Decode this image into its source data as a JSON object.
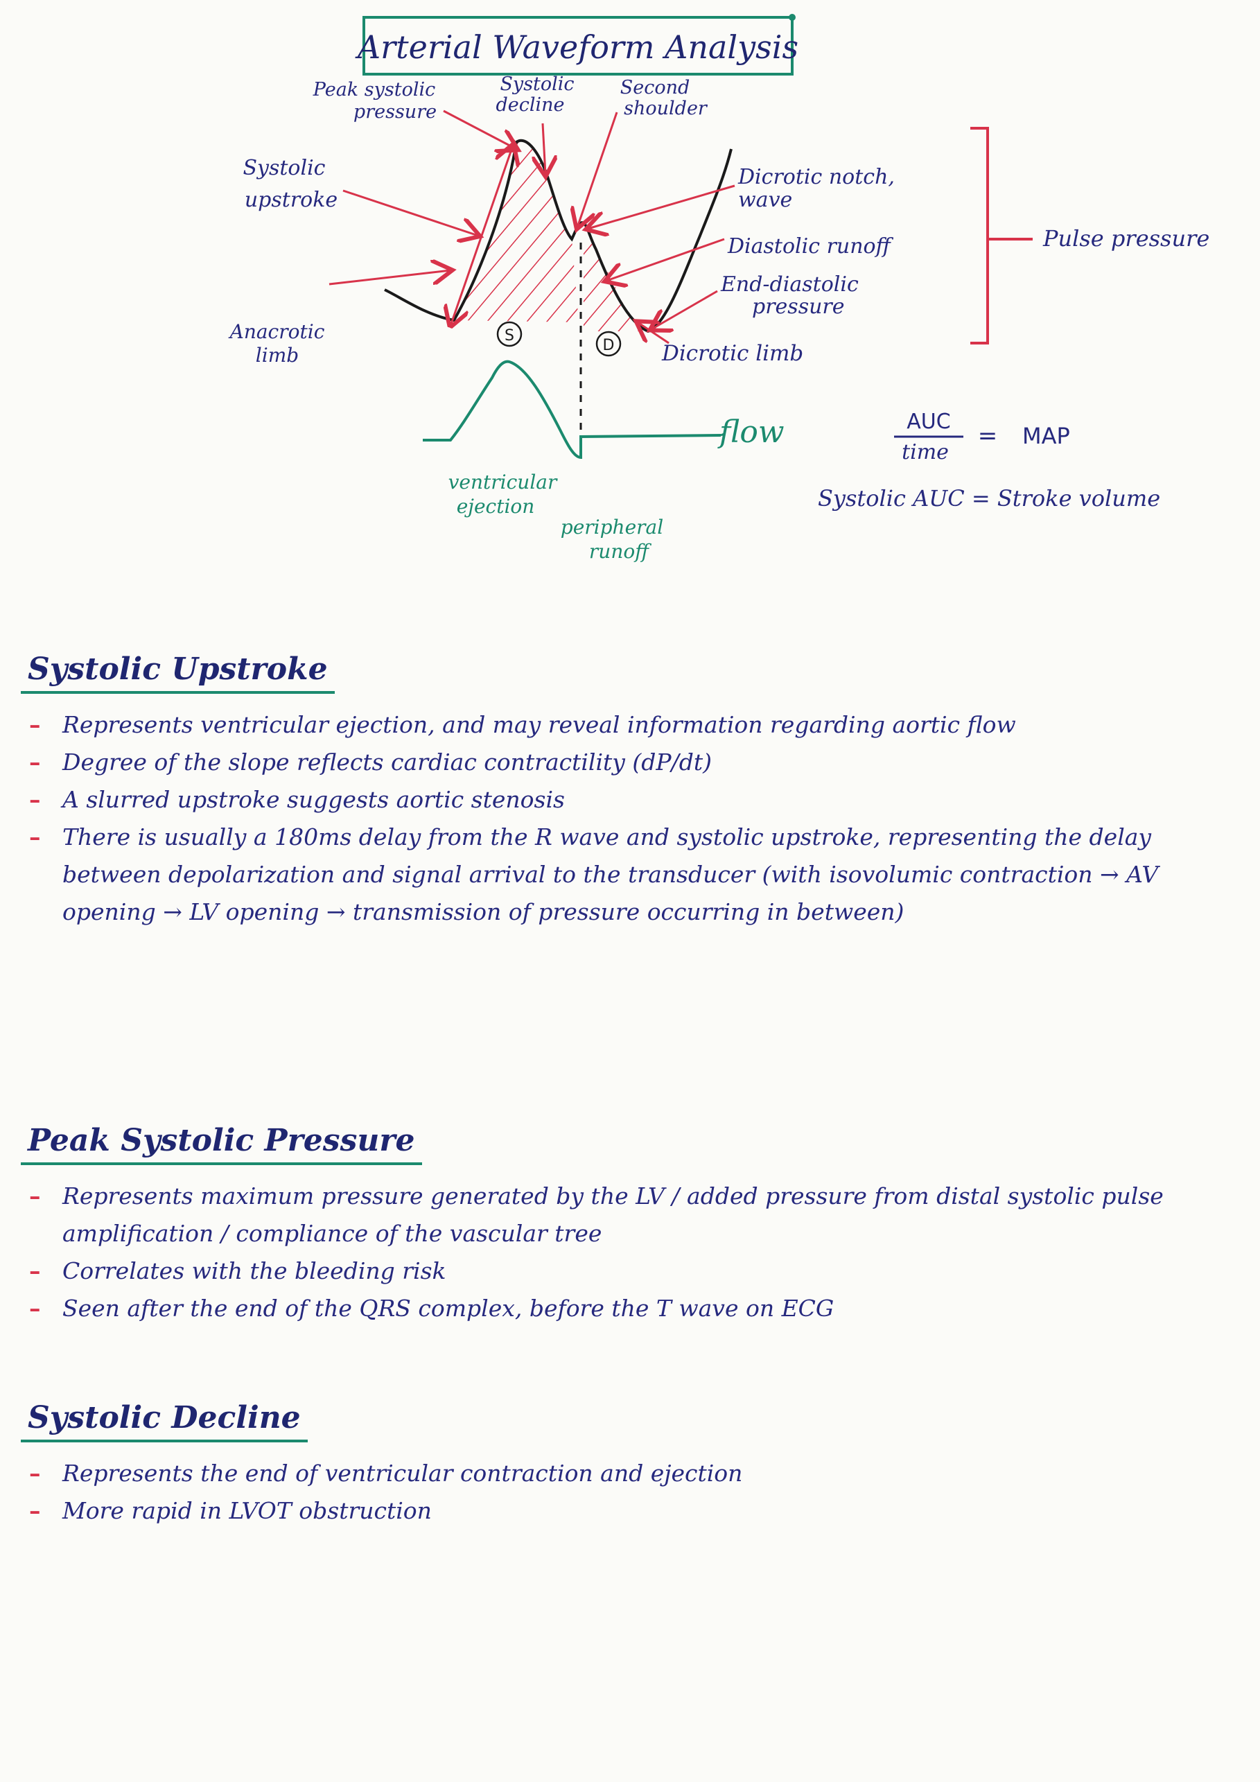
{
  "title": "Arterial Waveform Analysis",
  "diagram": {
    "labels": {
      "peak_systolic_pressure": [
        "Peak systolic",
        "pressure"
      ],
      "systolic_decline": [
        "Systolic",
        "decline"
      ],
      "second_shoulder": [
        "Second",
        "shoulder"
      ],
      "systolic_upstroke": [
        "Systolic",
        "upstroke"
      ],
      "dicrotic_notch": [
        "Dicrotic notch,",
        "wave"
      ],
      "diastolic_runoff": "Diastolic runoff",
      "end_diastolic": [
        "End-diastolic",
        "pressure"
      ],
      "anacrotic_limb": [
        "Anacrotic",
        "limb"
      ],
      "dicrotic_limb": "Dicrotic limb",
      "pulse_pressure": "Pulse pressure",
      "s_marker": "S",
      "d_marker": "D",
      "flow": "flow",
      "ventricular_ejection": [
        "ventricular",
        "ejection"
      ],
      "peripheral_runoff": [
        "peripheral",
        "runoff"
      ]
    },
    "formula_auc": {
      "numerator": "AUC",
      "denominator": "time",
      "equals": "=",
      "result": "MAP"
    },
    "formula_sv": "Systolic AUC = Stroke volume"
  },
  "sections": [
    {
      "title": "Systolic Upstroke",
      "bullets": [
        "Represents ventricular ejection, and may reveal information regarding aortic flow",
        "Degree of the slope reflects cardiac contractility (dP/dt)",
        "A slurred upstroke suggests aortic stenosis",
        "There is usually a 180ms delay from the R wave and systolic upstroke, representing the delay between depolarization and signal arrival to the transducer (with isovolumic contraction → AV opening → LV opening → transmission of pressure occurring in between)"
      ]
    },
    {
      "title": "Peak Systolic Pressure",
      "bullets": [
        "Represents maximum pressure generated by the LV / added pressure from distal systolic pulse amplification / compliance of the vascular tree",
        "Correlates with the bleeding risk",
        "Seen after the end of the QRS complex, before the T wave on ECG"
      ]
    },
    {
      "title": "Systolic Decline",
      "bullets": [
        "Represents the end of ventricular contraction and ejection",
        "More rapid in LVOT obstruction"
      ]
    }
  ],
  "colors": {
    "ink_blue": "#26297e",
    "red": "#d8334a",
    "green": "#1b8a6e",
    "black": "#1a1a1a"
  }
}
